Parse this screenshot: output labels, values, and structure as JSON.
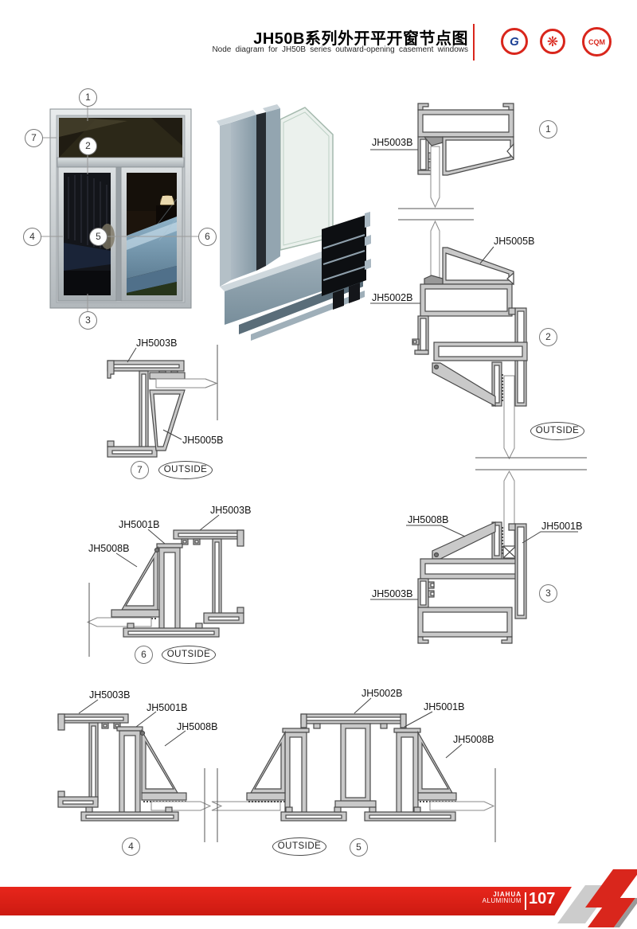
{
  "header": {
    "title_cn": "JH50B系列外开平开窗节点图",
    "title_en": "Node diagram for JH50B series outward-opening casement windows",
    "logos": [
      {
        "name": "gb-certification-logo",
        "text": "G"
      },
      {
        "name": "round-seal-logo",
        "glyph": "❋"
      },
      {
        "name": "cqm-certification-logo",
        "text": "CQM"
      }
    ]
  },
  "window_illustration": {
    "callouts": {
      "n1": "1",
      "n2": "2",
      "n3": "3",
      "n4": "4",
      "n5": "5",
      "n6": "6",
      "n7": "7"
    }
  },
  "outside_label": "OUTSIDE",
  "details": {
    "d1": {
      "number": "1",
      "frame": "JH5003B"
    },
    "d2": {
      "number": "2",
      "sash": "JH5005B",
      "frame": "JH5002B"
    },
    "d3": {
      "number": "3",
      "sash": "JH5008B",
      "mullion": "JH5001B",
      "frame": "JH5003B"
    },
    "d4": {
      "number": "4",
      "frame": "JH5003B",
      "mullion": "JH5001B",
      "sash": "JH5008B"
    },
    "d5": {
      "number": "5",
      "frame": "JH5002B",
      "mullion": "JH5001B",
      "sash": "JH5008B"
    },
    "d6": {
      "number": "6",
      "frame": "JH5003B",
      "mullion": "JH5001B",
      "sash": "JH5008B"
    },
    "d7": {
      "number": "7",
      "frame": "JH5003B",
      "sash": "JH5005B"
    }
  },
  "footer": {
    "brand_line1": "JIAHUA",
    "brand_line2": "ALUMINIUM",
    "page_number": "107"
  },
  "colors": {
    "accent_red": "#d9261c",
    "aluminum_fill": "#c9c9c9",
    "line": "#4a4a4a"
  }
}
